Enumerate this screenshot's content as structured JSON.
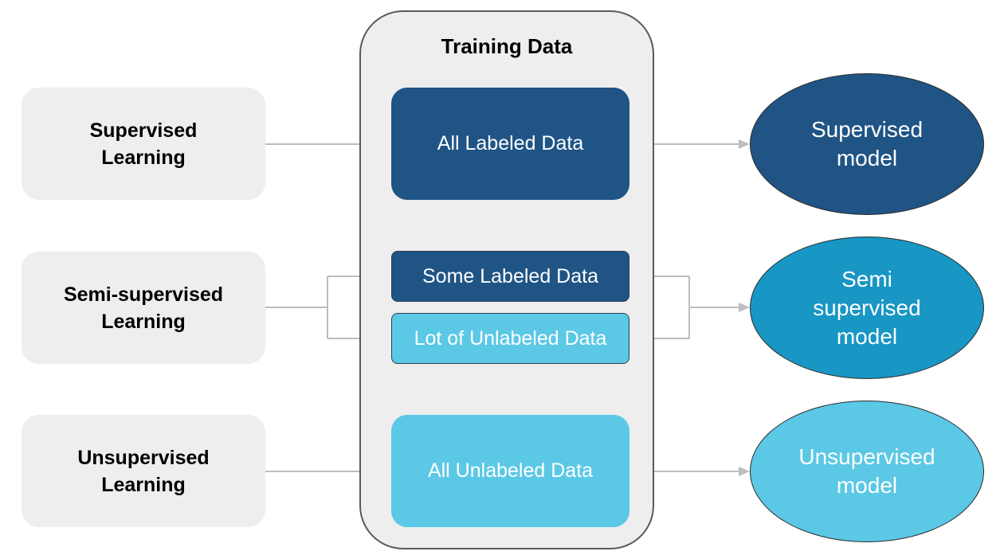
{
  "diagram": {
    "title": "Training Data",
    "methods": [
      {
        "label": "Supervised\nLearning"
      },
      {
        "label": "Semi-supervised\nLearning"
      },
      {
        "label": "Unsupervised\nLearning"
      }
    ],
    "data_boxes": [
      {
        "label": "All Labeled Data",
        "color": "#1f5485"
      },
      {
        "label": "Some Labeled Data",
        "color": "#1f5485"
      },
      {
        "label": "Lot of Unlabeled Data",
        "color": "#5bc8e6"
      },
      {
        "label": "All Unlabeled Data",
        "color": "#5bc8e6"
      }
    ],
    "models": [
      {
        "label": "Supervised\nmodel",
        "color": "#1f5485"
      },
      {
        "label": "Semi\nsupervised\nmodel",
        "color": "#1896c4"
      },
      {
        "label": "Unsupervised\nmodel",
        "color": "#5bc8e6"
      }
    ],
    "colors": {
      "box_background": "#eeeeee",
      "connector": "#bdbdbd",
      "container_border": "#595959"
    }
  }
}
